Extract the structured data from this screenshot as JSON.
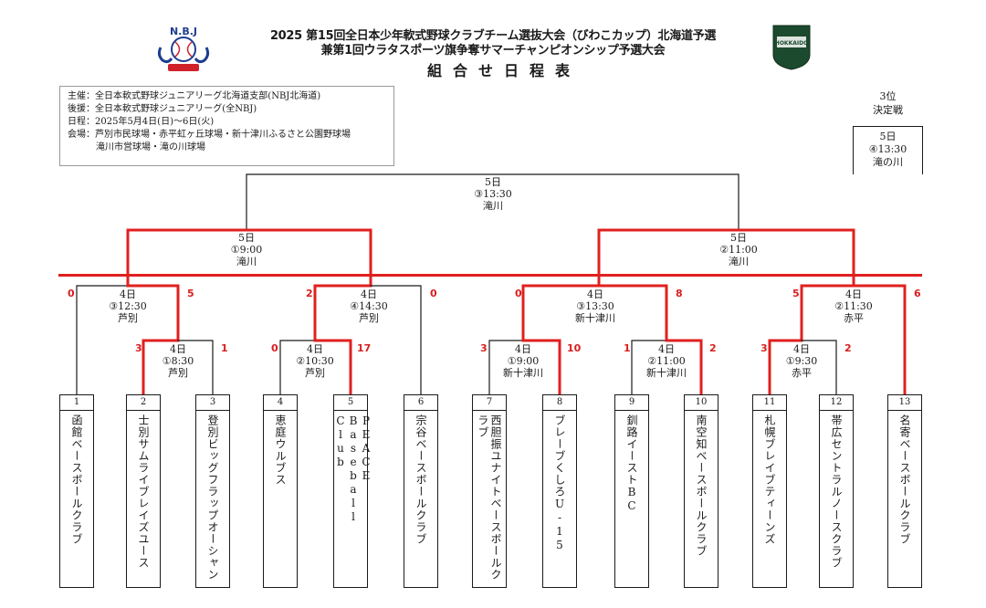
{
  "title": {
    "line1": "2025 第15回全日本少年軟式野球クラブチーム選抜大会（びわこカップ）北海道予選",
    "line2": "兼第1回ウラタスポーツ旗争奪サマーチャンピオンシップ予選大会",
    "line3": "組合せ日程表"
  },
  "logos": {
    "left_text": "N.B.J",
    "right_text": "HOKKAIDO"
  },
  "info": {
    "organizer": "主催：全日本軟式野球ジュニアリーグ北海道支部(NBJ北海道)",
    "sponsor": "後援：全日本軟式野球ジュニアリーグ(全NBJ)",
    "dates": "日程：2025年5月4日(日)～6日(火)",
    "venues1": "会場：芦別市民球場・赤平虹ヶ丘球場・新十津川ふるさと公園野球場",
    "venues2": "滝川市営球場・滝の川球場"
  },
  "third_place": {
    "head1": "3位",
    "head2": "決定戦",
    "day": "5日",
    "time": "④13:30",
    "venue": "滝の川"
  },
  "matches": {
    "final": {
      "day": "5日",
      "time": "③13:30",
      "venue": "滝川"
    },
    "semi_left": {
      "day": "5日",
      "time": "①9:00",
      "venue": "滝川"
    },
    "semi_right": {
      "day": "5日",
      "time": "②11:00",
      "venue": "滝川"
    },
    "qf1": {
      "day": "4日",
      "time": "③12:30",
      "venue": "芦別",
      "score_left": "0",
      "score_right": "5"
    },
    "qf2": {
      "day": "4日",
      "time": "④14:30",
      "venue": "芦別",
      "score_left": "2",
      "score_right": "0"
    },
    "qf3": {
      "day": "4日",
      "time": "③13:30",
      "venue": "新十津川",
      "score_left": "0",
      "score_right": "8"
    },
    "qf4": {
      "day": "4日",
      "time": "②11:30",
      "venue": "赤平",
      "score_left": "5",
      "score_right": "6"
    },
    "r1a": {
      "day": "4日",
      "time": "①8:30",
      "venue": "芦別",
      "score_left": "3",
      "score_right": "1"
    },
    "r1b": {
      "day": "4日",
      "time": "②10:30",
      "venue": "芦別",
      "score_left": "0",
      "score_right": "17"
    },
    "r1c": {
      "day": "4日",
      "time": "①9:00",
      "venue": "新十津川",
      "score_left": "3",
      "score_right": "10"
    },
    "r1d": {
      "day": "4日",
      "time": "②11:00",
      "venue": "新十津川",
      "score_left": "1",
      "score_right": "2"
    },
    "r1e": {
      "day": "4日",
      "time": "①9:30",
      "venue": "赤平",
      "score_left": "3",
      "score_right": "2"
    }
  },
  "teams": [
    {
      "num": "1",
      "name": "函館ベースボールクラブ"
    },
    {
      "num": "2",
      "name": "士別サムライブレイズユース"
    },
    {
      "num": "3",
      "name": "登別ビッグフラップオーシャン"
    },
    {
      "num": "4",
      "name": "恵庭ウルブス"
    },
    {
      "num": "5",
      "name": "PEACE Baseball Club"
    },
    {
      "num": "6",
      "name": "宗谷ベースボールクラブ"
    },
    {
      "num": "7",
      "name": "西胆振ユナイトベースボールクラブ"
    },
    {
      "num": "8",
      "name": "ブレーブくしろU-15"
    },
    {
      "num": "9",
      "name": "釧路イーストBC"
    },
    {
      "num": "10",
      "name": "南空知ベースボールクラブ"
    },
    {
      "num": "11",
      "name": "札幌ブレイブティーンズ"
    },
    {
      "num": "12",
      "name": "帯広セントラルノースクラブ"
    },
    {
      "num": "13",
      "name": "名寄ベースボールクラブ"
    }
  ],
  "colors": {
    "win_line": "#e0201f",
    "line": "#1a1a1a"
  }
}
